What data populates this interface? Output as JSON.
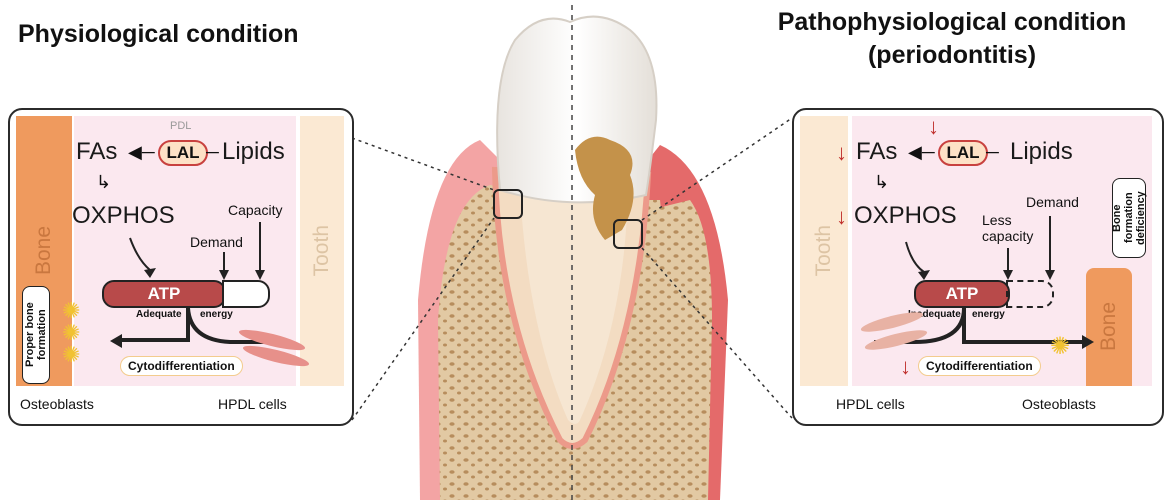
{
  "left": {
    "title": "Physiological condition",
    "bone_label": "Bone",
    "tooth_label": "Tooth",
    "pdl_label": "PDL",
    "fas_label": "FAs",
    "lal_label": "LAL",
    "lipids_label": "Lipids",
    "oxphos_label": "OXPHOS",
    "capacity_label": "Capacity",
    "demand_label": "Demand",
    "atp_label": "ATP",
    "energy_word1": "Adequate",
    "energy_word2": "energy",
    "cyto_label": "Cytodifferentiation",
    "side_box": "Proper bone formation",
    "osteoblasts_label": "Osteoblasts",
    "hpdl_label": "HPDL cells"
  },
  "right": {
    "title_line1": "Pathophysiological condition",
    "title_line2": "(periodontitis)",
    "tooth_label": "Tooth",
    "bone_label": "Bone",
    "fas_label": "FAs",
    "lal_label": "LAL",
    "lipids_label": "Lipids",
    "oxphos_label": "OXPHOS",
    "demand_label": "Demand",
    "less_capacity_label": "Less capacity",
    "atp_label": "ATP",
    "energy_word1": "Inadequate",
    "energy_word2": "energy",
    "cyto_label": "Cytodifferentiation",
    "side_box": "Bone formation deficiency",
    "hpdl_label": "HPDL cells",
    "osteoblasts_label": "Osteoblasts"
  },
  "colors": {
    "bone": "#ef9a5e",
    "tooth_pale": "#fbe9d3",
    "panel_bg": "#fbe8ef",
    "atp": "#b84a4a",
    "down_arrow": "#c0302d",
    "gum": "#ef8a8a"
  }
}
